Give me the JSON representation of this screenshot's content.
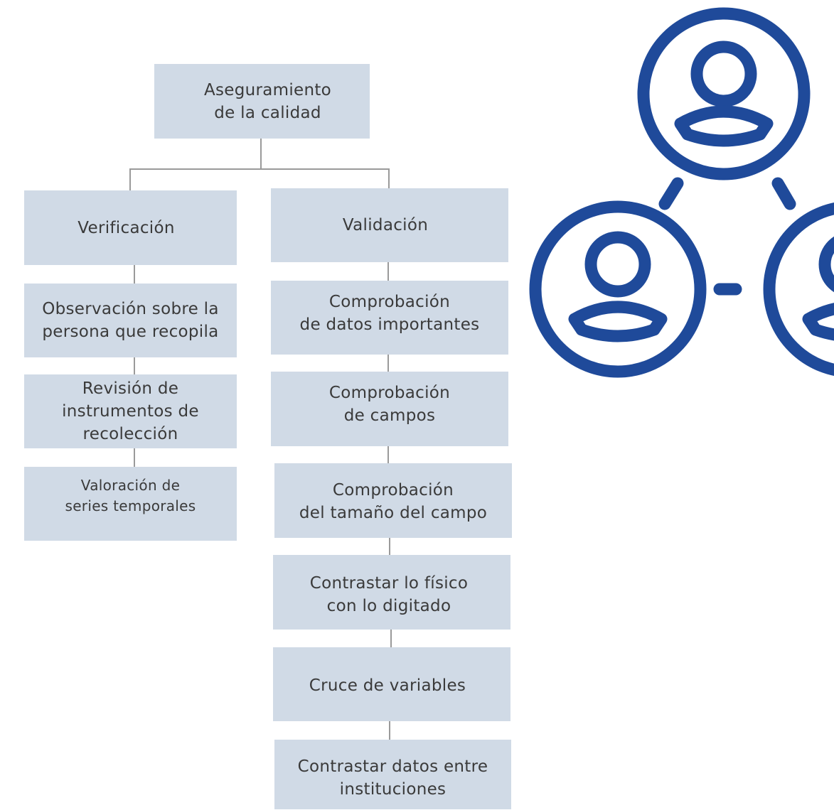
{
  "diagram": {
    "root": "Aseguramiento\nde la  calidad",
    "branches": [
      {
        "title": "Verificación",
        "steps": [
          "Observación sobre la\npersona que recopila",
          "Revisión de\ninstrumentos de\nrecolección",
          "Valoración de\nseries temporales"
        ]
      },
      {
        "title": "Validación",
        "steps": [
          "Comprobación\nde datos importantes",
          "Comprobación\nde campos",
          "Comprobación\ndel tamaño del campo",
          "Contrastar lo físico\ncon lo digitado",
          "Cruce de variables",
          "Contrastar datos entre\ninstituciones"
        ]
      }
    ]
  },
  "colors": {
    "box_fill": "#d0dae6",
    "connector": "#9a9a9a",
    "icon_blue": "#1f4a9a",
    "text": "#3a3a3a"
  },
  "illustration": {
    "icon": "network-users-icon"
  }
}
